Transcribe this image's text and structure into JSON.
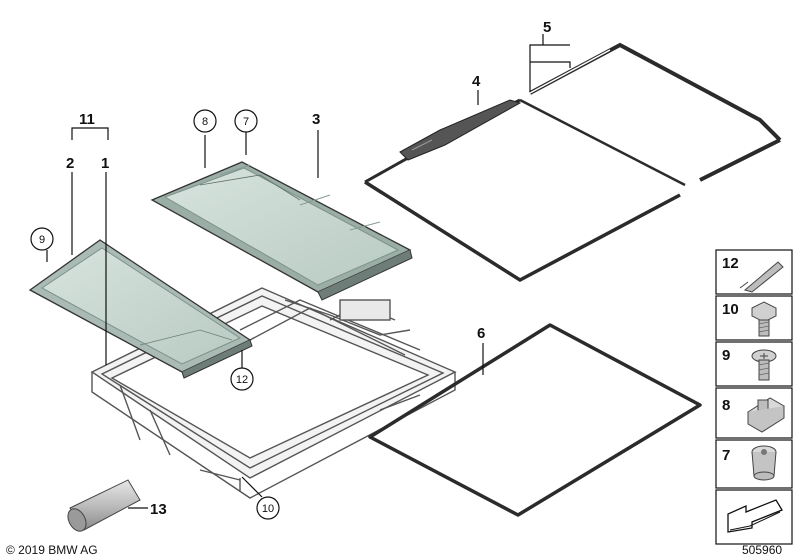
{
  "diagram": {
    "copyright": "© 2019 BMW AG",
    "drawing_number": "505960",
    "callouts": {
      "c1": "1",
      "c2": "2",
      "c3": "3",
      "c4": "4",
      "c5": "5",
      "c6": "6",
      "c11": "11",
      "c13": "13"
    },
    "circled": {
      "c7": "7",
      "c8": "8",
      "c9": "9",
      "c10": "10",
      "c12": "12"
    },
    "legend": [
      {
        "number": "12",
        "icon": "spreader-tool-icon"
      },
      {
        "number": "10",
        "icon": "hex-bolt-icon"
      },
      {
        "number": "9",
        "icon": "torx-screw-icon"
      },
      {
        "number": "8",
        "icon": "clip-nut-icon"
      },
      {
        "number": "7",
        "icon": "rivet-nut-icon"
      },
      {
        "number": "",
        "icon": "arrow-direction-icon"
      }
    ],
    "colors": {
      "line": "#1a1a1a",
      "glass": "#c9d8d2",
      "glass_edge": "#9fb3ab",
      "seal": "#2b2b2b",
      "frame": "#8c8c8c"
    }
  }
}
